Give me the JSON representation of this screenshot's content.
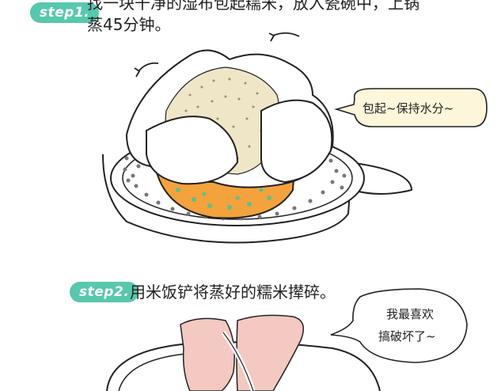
{
  "step1": {
    "badge": "step1.",
    "line1": "找一块干净的湿布包起糯米，放入瓷碗中，上锅",
    "line2": "蒸45分钟。"
  },
  "bubble1": "包起~保持水分~",
  "step2": {
    "badge": "step2.",
    "text": "用米饭铲将蒸好的糯米撵碎。"
  },
  "bubble2": {
    "line1": "我最喜欢",
    "line2": "搞破坏了~"
  },
  "colors": {
    "badge": "#57c8ad",
    "bowl": "#f3a23c",
    "bubble_fill": "#fdf6da",
    "dots": "#5fbf8f",
    "spatula": "#f3c9c2"
  }
}
